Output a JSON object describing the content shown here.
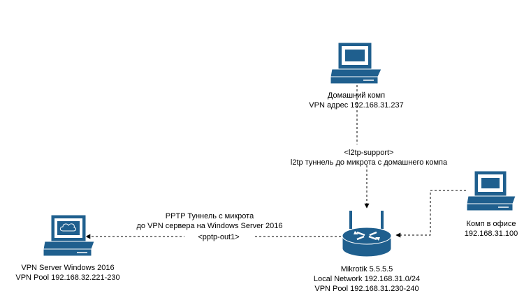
{
  "colors": {
    "device_fill": "#1f5f8e",
    "screen_fill": "#ffffff",
    "line": "#000000",
    "background": "#ffffff"
  },
  "nodes": {
    "home_pc": {
      "icon": "desktop-computer-icon",
      "label_lines": [
        "Домашний комп",
        "VPN адрес 192.168.31.237"
      ]
    },
    "office_pc": {
      "icon": "desktop-computer-icon",
      "label_lines": [
        "Комп в офисе",
        "192.168.31.100"
      ]
    },
    "vpn_server": {
      "icon": "server-computer-icon",
      "label_lines": [
        "VPN Server Windows 2016",
        "VPN Pool 192.168.32.221-230"
      ]
    },
    "mikrotik": {
      "icon": "router-icon",
      "label_lines": [
        "Mikrotik 5.5.5.5",
        "Local Network 192.168.31.0/24",
        "VPN Pool 192.168.31.230-240"
      ]
    }
  },
  "edges": {
    "l2tp": {
      "label_lines": [
        "<l2tp-support>",
        "l2tp туннель до микрота с домашнего компа"
      ]
    },
    "pptp": {
      "label_lines": [
        "PPTP Туннель с микрота",
        "до VPN сервера на Windows Server 2016"
      ],
      "interface_label": "<pptp-out1>"
    },
    "office": {}
  }
}
